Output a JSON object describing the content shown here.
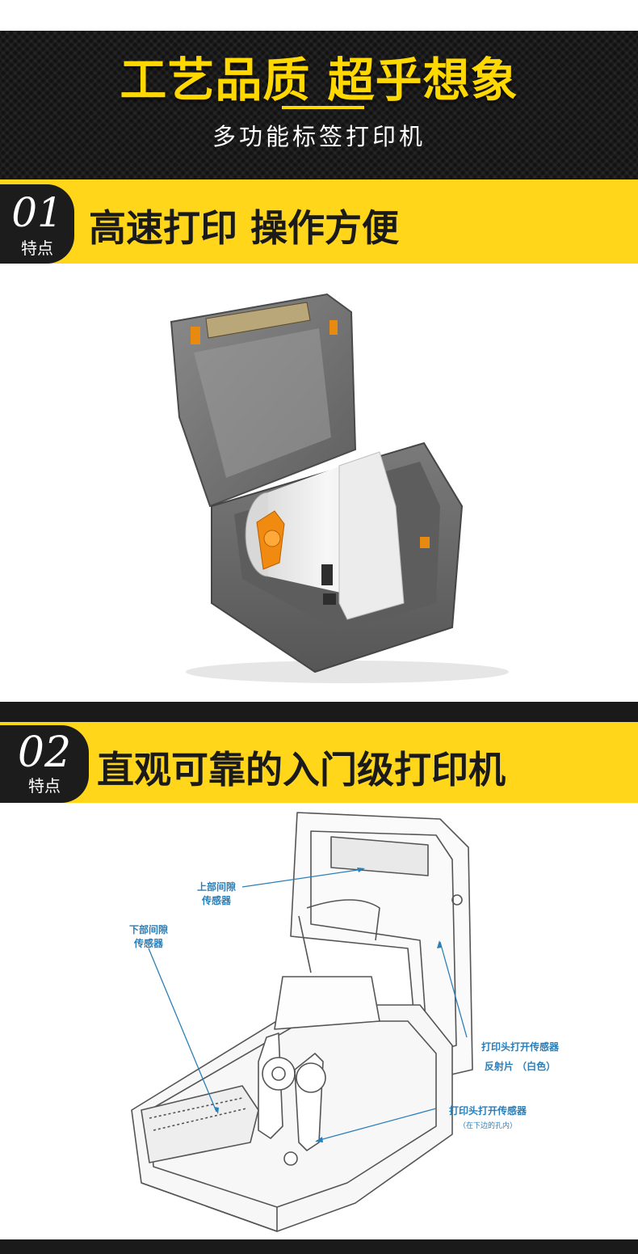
{
  "hero": {
    "title": "工艺品质 超乎想象",
    "subtitle": "多功能标签打印机"
  },
  "features": [
    {
      "number": "01",
      "tag": "特点",
      "heading": "高速打印 操作方便"
    },
    {
      "number": "02",
      "tag": "特点",
      "heading": "直观可靠的入门级打印机"
    }
  ],
  "diagram": {
    "callouts": {
      "upper_gap_sensor": [
        "上部间隙",
        "传感器"
      ],
      "lower_gap_sensor": [
        "下部间隙",
        "传感器"
      ],
      "head_open_sensor_reflector": [
        "打印头打开传感器",
        "反射片 （白色）"
      ],
      "head_open_sensor_hole": [
        "打印头打开传感器",
        "（在下边的孔内）"
      ]
    }
  },
  "colors": {
    "accent_yellow": "#ffd61a",
    "title_yellow": "#ffd800",
    "dark": "#1c1c1c",
    "callout_blue": "#2b7fb8",
    "printer_gray": "#6e6e6e",
    "spindle_orange": "#f08a10"
  }
}
